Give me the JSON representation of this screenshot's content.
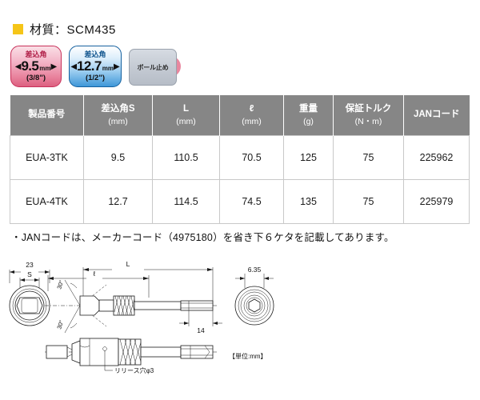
{
  "material": {
    "marker_color": "#f5c518",
    "label": "材質：SCM435"
  },
  "badges": [
    {
      "name": "drive-size-9.5",
      "top_label": "差込角",
      "left_arrow": "◀",
      "value": "9.5",
      "unit": "mm",
      "right_arrow": "▶",
      "bottom_label": "(3/8\")",
      "accent_color": "#c8315a"
    },
    {
      "name": "drive-size-12.7",
      "top_label": "差込角",
      "left_arrow": "◀",
      "value": "12.7",
      "unit": "mm",
      "right_arrow": "▶",
      "bottom_label": "(1/2\")",
      "accent_color": "#15619f"
    },
    {
      "name": "ball-lock",
      "label": "ボール止め",
      "accent_color": "#e8879f"
    }
  ],
  "table": {
    "headers": [
      {
        "main": "製品番号",
        "sub": ""
      },
      {
        "main": "差込角S",
        "sub": "(mm)"
      },
      {
        "main": "L",
        "sub": "(mm)"
      },
      {
        "main": "ℓ",
        "sub": "(mm)"
      },
      {
        "main": "重量",
        "sub": "(g)"
      },
      {
        "main": "保証トルク",
        "sub": "(N・m)"
      },
      {
        "main": "JANコード",
        "sub": ""
      }
    ],
    "rows": [
      {
        "product_no": "EUA-3TK",
        "drive_s": "9.5",
        "length_L": "110.5",
        "length_l": "70.5",
        "weight": "125",
        "torque": "75",
        "jan": "225962"
      },
      {
        "product_no": "EUA-4TK",
        "drive_s": "12.7",
        "length_L": "114.5",
        "length_l": "74.5",
        "weight": "135",
        "torque": "75",
        "jan": "225979"
      }
    ],
    "header_bg": "#868686"
  },
  "note": "・JANコードは、メーカーコード（4975180）を省き下６ケタを記載してあります。",
  "drawing": {
    "dim_outer": "23",
    "dim_square": "S",
    "dim_angle_top": "30°",
    "dim_angle_bottom": "30°",
    "dim_L": "L",
    "dim_l": "ℓ",
    "dim_14": "14",
    "dim_635": "6.35",
    "release_hole": "リリース穴φ3",
    "units": "【単位:mm】"
  }
}
